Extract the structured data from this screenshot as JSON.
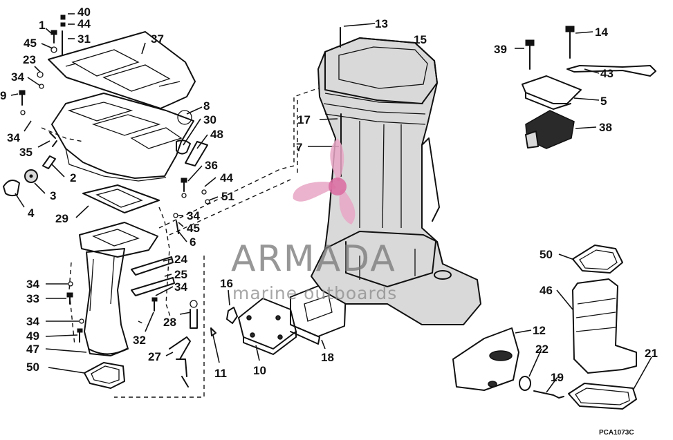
{
  "diagram": {
    "callouts": [
      "40",
      "44",
      "1",
      "31",
      "45",
      "37",
      "23",
      "34",
      "9",
      "34",
      "35",
      "8",
      "30",
      "48",
      "2",
      "3",
      "4",
      "36",
      "44",
      "51",
      "29",
      "34",
      "45",
      "6",
      "24",
      "25",
      "34",
      "34",
      "33",
      "28",
      "16",
      "34",
      "49",
      "32",
      "47",
      "27",
      "11",
      "10",
      "18",
      "50",
      "13",
      "15",
      "17",
      "7",
      "14",
      "39",
      "43",
      "5",
      "38",
      "50",
      "46",
      "12",
      "22",
      "19",
      "21"
    ],
    "figure_code": "PCA1073C"
  },
  "watermark": {
    "brand": "ARMADA",
    "tagline": "marine outboards",
    "logo_color": "#e8a6c4"
  }
}
